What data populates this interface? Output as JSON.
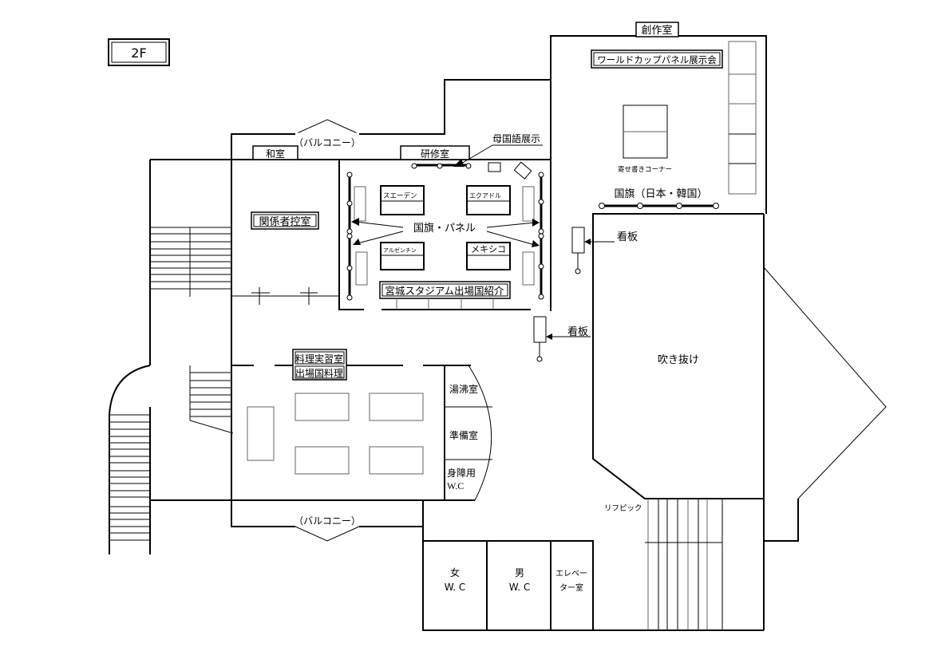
{
  "floor_label": "2F",
  "rooms": {
    "sousaku": "創作室",
    "worldcup_panel": "ワールドカップパネル展示会",
    "yosegaki": "寄せ書きコーナー",
    "flags_jk": "国旗（日本・韓国）",
    "signboard1": "看板",
    "signboard2": "看板",
    "fukinuke": "吹き抜け",
    "balcony_top": "（バルコニー）",
    "balcony_bottom": "（バルコニー）",
    "washitsu": "和室",
    "kenshu": "研修室",
    "bokokugo": "母国語展示",
    "kankeisha": "関係者控室",
    "flags_panels": "国旗・パネル",
    "sweden": "スエーデン",
    "ecuador": "エクアドル",
    "argentina": "アルゼンチン",
    "mexico": "メキシコ",
    "stadium": "宮城スタジアム出場国紹介",
    "cooking": "料理実習室",
    "country_food": "出場国料理",
    "yuwakashi": "湯沸室",
    "junbi": "準備室",
    "shinsho1": "身障用",
    "shinsho2": "W.C",
    "lift": "リフピック",
    "wc_f1": "女",
    "wc_f2": "W.  C",
    "wc_m1": "男",
    "wc_m2": "W.  C",
    "elev1": "エレベー",
    "elev2": "ター室"
  }
}
